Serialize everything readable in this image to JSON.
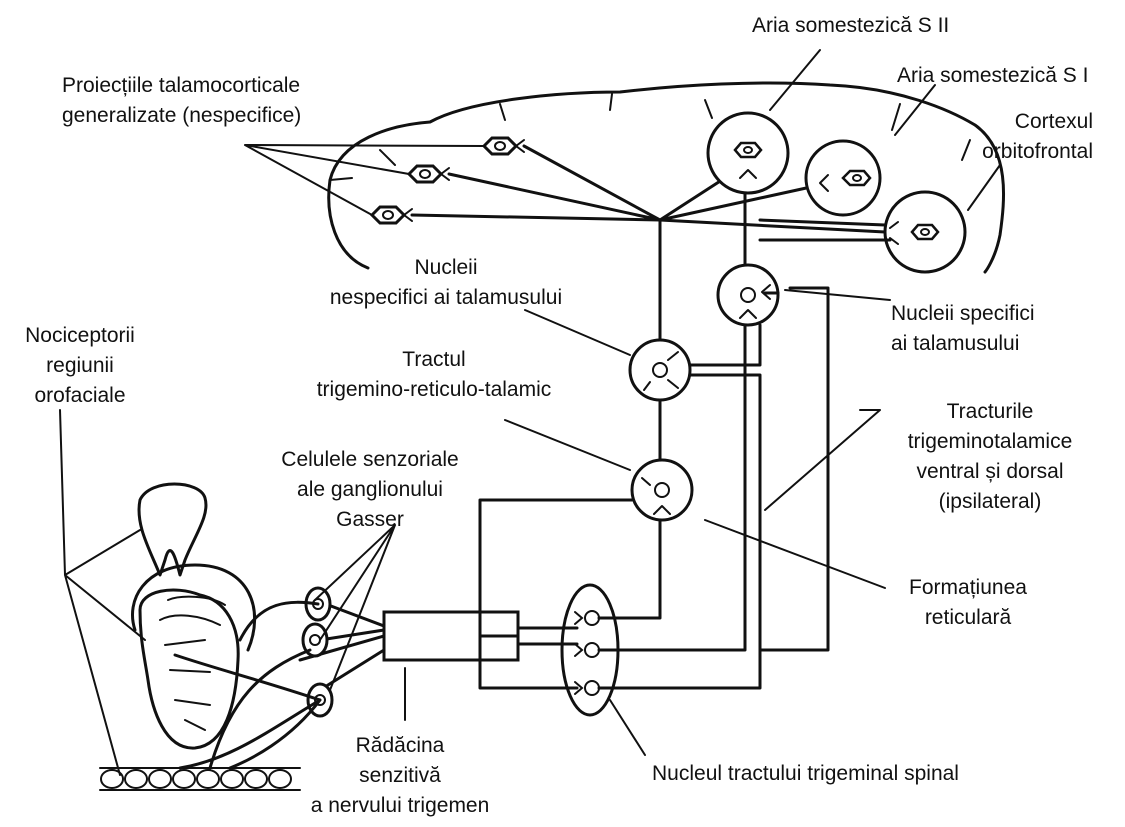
{
  "diagram": {
    "labels": {
      "aria_s2": "Aria somestezică S II",
      "aria_s1": "Aria somestezică S I",
      "proiectii_1": "Proiecțiile talamocorticale",
      "proiectii_2": "generalizate (nespecifice)",
      "cortex_1": "Cortexul",
      "cortex_2": "orbitofrontal",
      "nuclei_nesp_1": "Nucleii",
      "nuclei_nesp_2": "nespecifici ai talamusului",
      "nuclei_spec_1": "Nucleii specifici",
      "nuclei_spec_2": "ai talamusului",
      "nociceptori_1": "Nociceptorii",
      "nociceptori_2": "regiunii",
      "nociceptori_3": "orofaciale",
      "tractul_1": "Tractul",
      "tractul_2": "trigemino-reticulo-talamic",
      "tracturile_1": "Tracturile",
      "tracturile_2": "trigeminotalamice",
      "tracturile_3": "ventral și dorsal",
      "tracturile_4": "(ipsilateral)",
      "celulele_1": "Celulele senzoriale",
      "celulele_2": "ale ganglionului",
      "celulele_3": "Gasser",
      "formatiunea_1": "Formațiunea",
      "formatiunea_2": "reticulară",
      "radacina_1": "Rădăcina",
      "radacina_2": "senzitivă",
      "radacina_3": "a nervului trigemen",
      "nucleul_tract": "Nucleul tractului trigeminal spinal"
    }
  }
}
